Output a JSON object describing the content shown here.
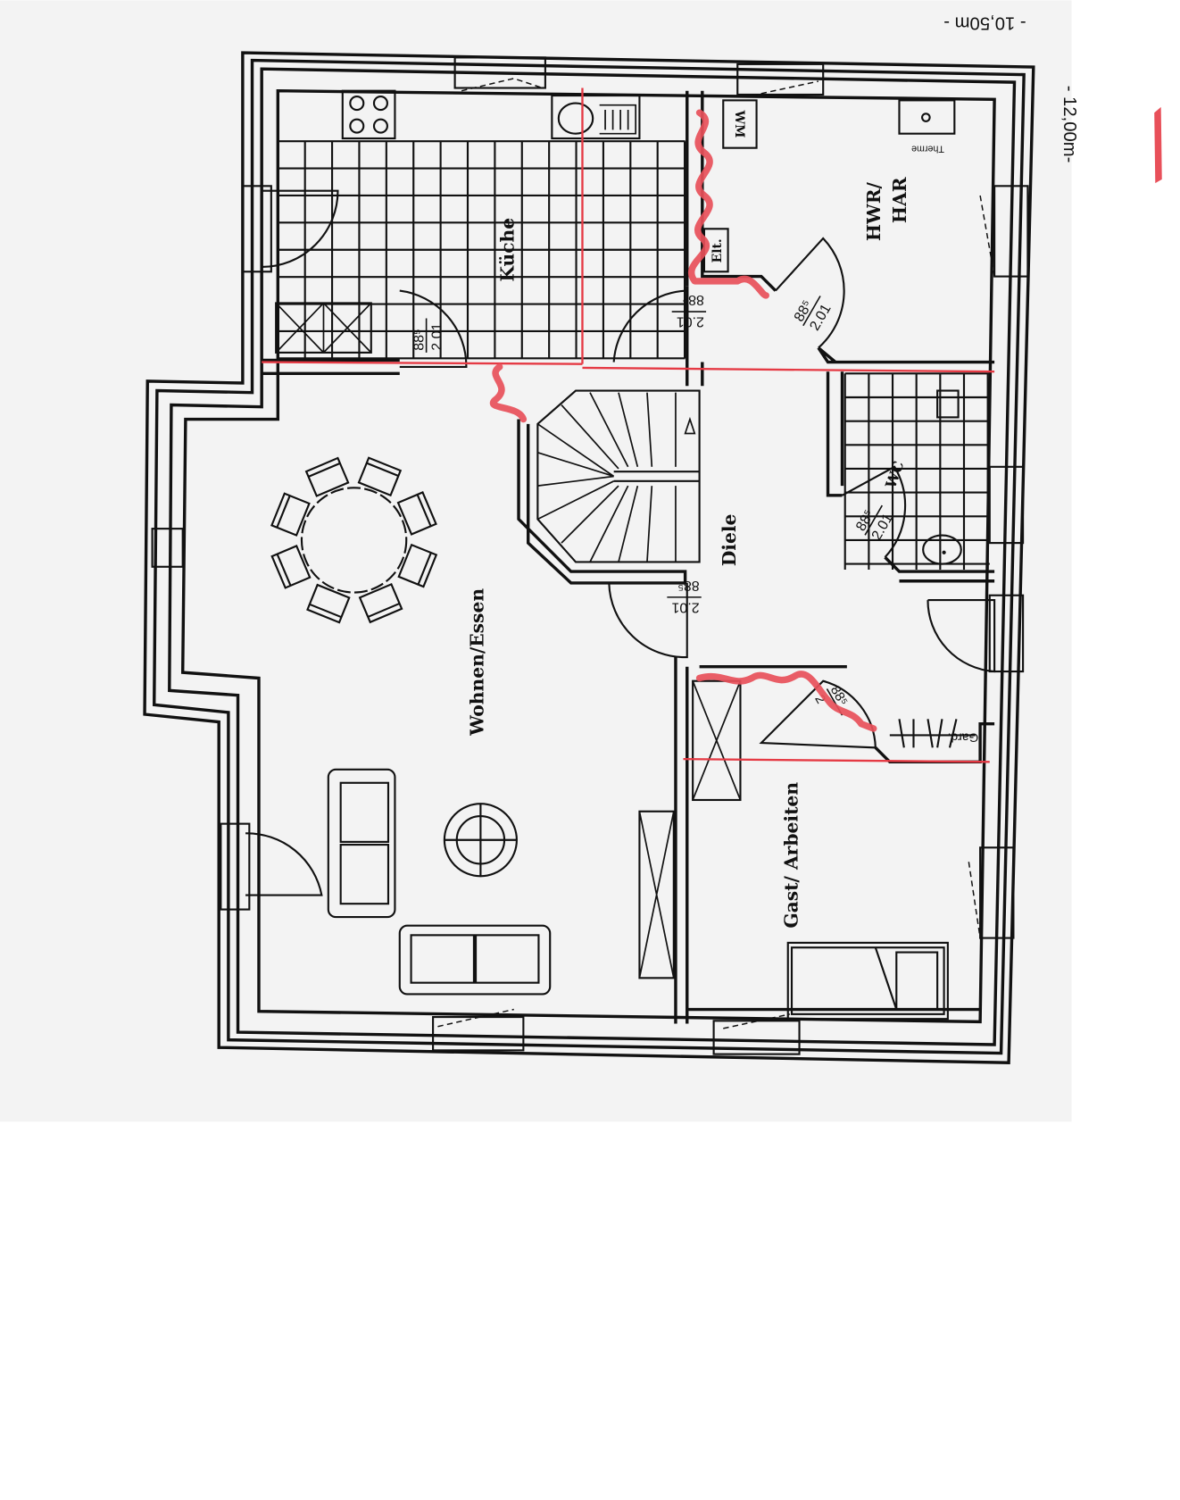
{
  "dimensions": {
    "width_label": "- 10,50m -",
    "depth_label": "- 12,00m-"
  },
  "rooms": {
    "kitchen": "Küche",
    "utility": "HWR/",
    "utility_2": "HAR",
    "hall": "Diele",
    "living": "Wohnen/Essen",
    "guest": "Gast/  Arbeiten",
    "wc": "WC"
  },
  "fixtures": {
    "washing_machine": "WM",
    "electric": "Elt.",
    "boiler": "Therme",
    "wardrobe": "Gard."
  },
  "doors": [
    {
      "width": "88⁵",
      "height": "2.01"
    },
    {
      "width": "88⁵",
      "height": "2.01"
    },
    {
      "width": "88⁵",
      "height": "2.01"
    },
    {
      "width": "88⁵",
      "height": "2.01"
    },
    {
      "width": "88⁵",
      "height": "2.01"
    },
    {
      "width": "88⁵",
      "height": "2"
    }
  ],
  "colors": {
    "markup_red": "#e53a44",
    "ink": "#111111",
    "paper": "#f4f4f4"
  }
}
